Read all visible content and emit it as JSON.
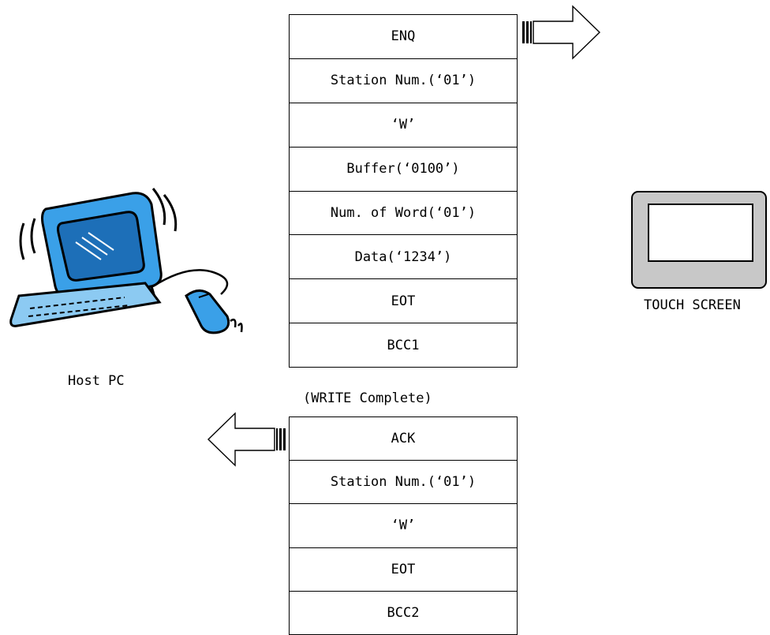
{
  "request_frame": {
    "fields": [
      "ENQ",
      "Station Num.(‘01’)",
      "‘W’",
      "Buffer(‘0100’)",
      "Num. of Word(‘01’)",
      "Data(‘1234’)",
      "EOT",
      "BCC1"
    ]
  },
  "response_frame": {
    "caption": "(WRITE Complete)",
    "fields": [
      "ACK",
      "Station Num.(‘01’)",
      "‘W’",
      "EOT",
      "BCC2"
    ]
  },
  "host": {
    "label": "Host PC",
    "icon": "computer-icon"
  },
  "device": {
    "label": "TOUCH SCREEN",
    "icon": "touch-screen-icon"
  },
  "arrows": {
    "request": "right-arrow-icon",
    "response": "left-arrow-icon"
  },
  "colors": {
    "monitor": "#3aa0e8",
    "screen_bezel": "#c8c8c8",
    "line": "#000000"
  }
}
